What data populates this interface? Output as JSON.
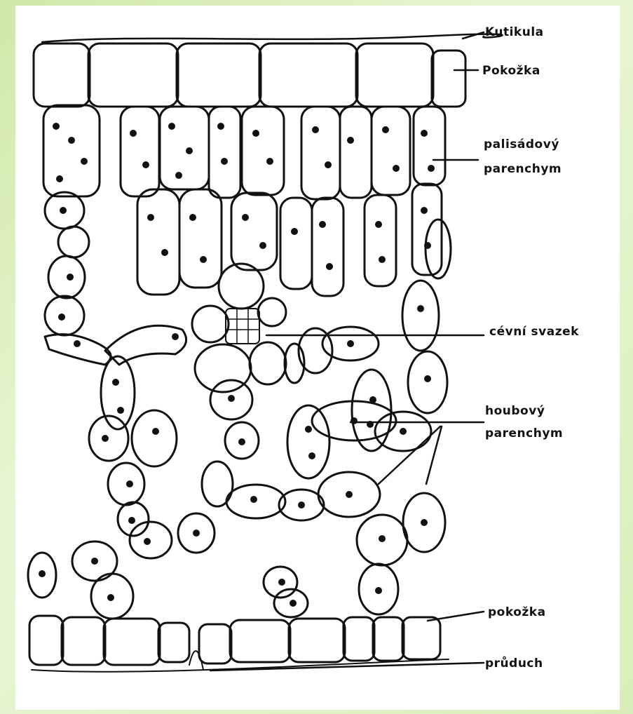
{
  "labels": {
    "cuticle": "Kutikula",
    "upper_epidermis": "Pokožka",
    "palisade_1": "palisádový",
    "palisade_2": "parenchym",
    "vascular_bundle": "cévní svazek",
    "spongy_1": "houbový",
    "spongy_2": "parenchym",
    "lower_epidermis": "pokožka",
    "stoma": "průduch"
  },
  "colors": {
    "background": "#d8efb9",
    "panel": "#ffffff",
    "ink": "#111111"
  }
}
